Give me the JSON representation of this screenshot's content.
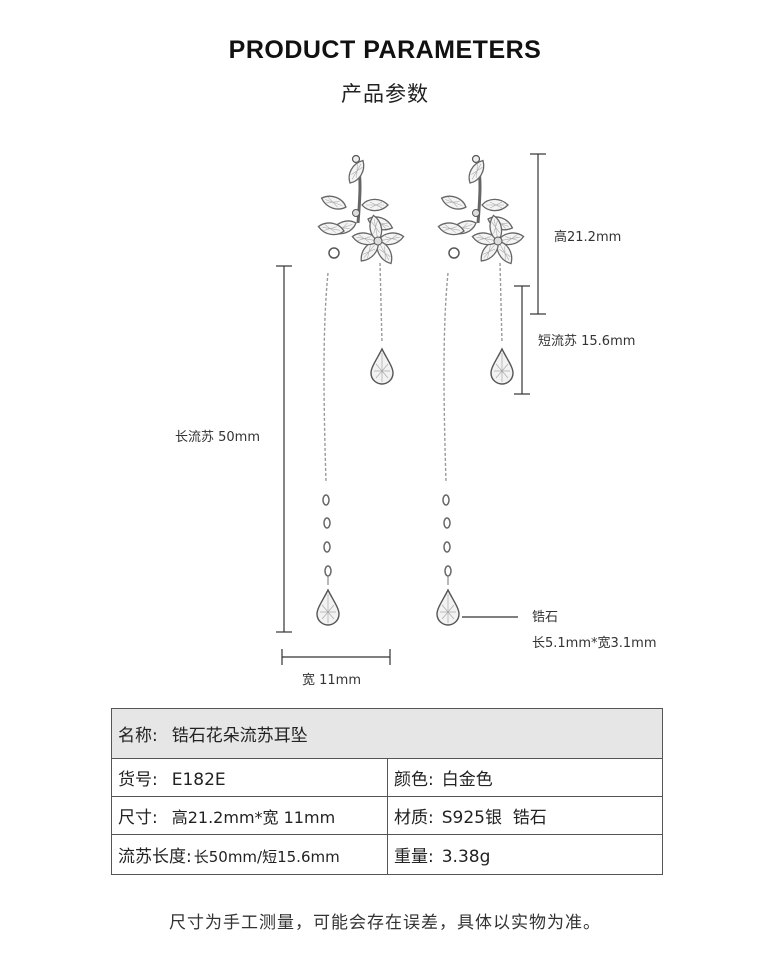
{
  "header": {
    "title_en": "PRODUCT PARAMETERS",
    "title_cn": "产品参数"
  },
  "dimensions": {
    "height": "高21.2mm",
    "short_tassel": "短流苏 15.6mm",
    "long_tassel": "长流苏 50mm",
    "width": "宽 11mm",
    "stone_name": "锆石",
    "stone_size": "长5.1mm*宽3.1mm"
  },
  "specs": {
    "name_label": "名称:",
    "name_value": "锆石花朵流苏耳坠",
    "sku_label": "货号:",
    "sku_value": "E182E",
    "color_label": "颜色:",
    "color_value": "白金色",
    "size_label": "尺寸:",
    "size_value": "高21.2mm*宽 11mm",
    "material_label": "材质:",
    "material_value": "S925银  锆石",
    "tassel_label": "流苏长度:",
    "tassel_value": "长50mm/短15.6mm",
    "weight_label": "重量:",
    "weight_value": "3.38g"
  },
  "footer": {
    "note": "尺寸为手工测量，可能会存在误差，具体以实物为准。"
  },
  "colors": {
    "metal": "#9a9a9a",
    "metal_dark": "#555555",
    "line": "#333333",
    "table_header_bg": "#e6e6e6"
  }
}
